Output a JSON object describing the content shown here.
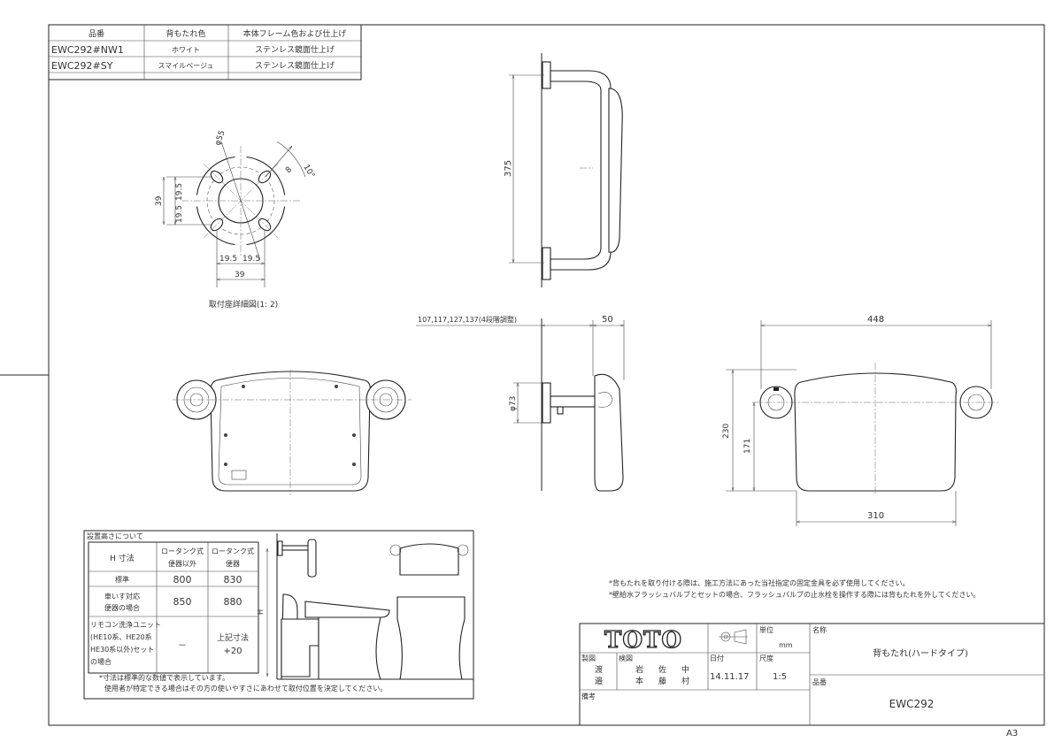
{
  "variant_table": {
    "headers": [
      "品番",
      "背もたれ色",
      "本体フレーム色および仕上げ"
    ],
    "rows": [
      [
        "EWC292#NW1",
        "ホワイト",
        "ステンレス鏡面仕上げ"
      ],
      [
        "EWC292#SY",
        "スマイルベージュ",
        "ステンレス鏡面仕上げ"
      ]
    ]
  },
  "flange_detail": {
    "caption": "取付座詳細図(1: 2)",
    "dims": {
      "phi55": "φ55",
      "angle": "10°",
      "slot": "8",
      "v_total": "39",
      "v_half_a": "19.5",
      "v_half_b": "19.5",
      "h_half_a": "19.5",
      "h_half_b": "19.5",
      "h_total": "39"
    }
  },
  "side_view_top": {
    "height_dim": "375"
  },
  "side_view": {
    "depth_dim": "107,117,127,137(4段階調整)",
    "cushion_dim": "50",
    "diameter_dim": "φ73"
  },
  "front_view": {
    "width_dim": "448",
    "cushion_width_dim": "310",
    "height_dim": "230",
    "center_dim": "171"
  },
  "install_height": {
    "title": "設置高さについて",
    "headers": [
      "H 寸法",
      "ロータンク式\n便器以外",
      "ロータンク式\n便器"
    ],
    "rows": [
      [
        "標準",
        "800",
        "830"
      ],
      [
        "車いす対応\n便器の場合",
        "850",
        "880"
      ],
      [
        "リモコン洗浄ユニット\n(HE10系、HE20系\nHE30系以外)セット\nの場合",
        "－",
        "上記寸法\n+20"
      ]
    ],
    "h_label": "H",
    "notes": [
      "*寸法は標準的な数値で表示しています。",
      "使用者が特定できる場合はその方の使いやすさにあわせて取付位置を決定してください。"
    ]
  },
  "notes": [
    "*背もたれを取り付ける際は、施工方法にあった当社指定の固定金具を必ず使用してください。",
    "*壁給水フラッシュバルブとセットの場合、フラッシュバルブの止水栓を操作する際には背もたれを外してください。"
  ],
  "title_block": {
    "logo": "TOTO",
    "unit_label": "単位",
    "unit": "mm",
    "name_label": "名称",
    "name": "背もたれ(ハードタイプ)",
    "drawn_label": "製図",
    "drawn_by": [
      "渡",
      "邉"
    ],
    "checked_label": "検図",
    "checked_by": [
      "岩",
      "佐",
      "中",
      "本",
      "藤",
      "村"
    ],
    "date_label": "日付",
    "date": "14.11.17",
    "scale_label": "尺度",
    "scale": "1:5",
    "part_label": "品番",
    "part_no": "EWC292",
    "remarks_label": "備考"
  },
  "sheet_size": "A3"
}
